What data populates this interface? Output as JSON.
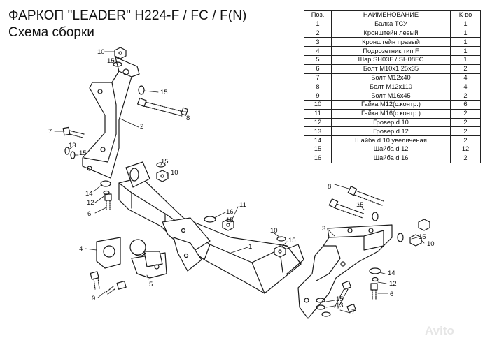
{
  "header": {
    "title": "ФАРКОП \"LEADER\" H224-F / FC / F(N)",
    "subtitle": "Схема сборки"
  },
  "table": {
    "columns": [
      "Поз.",
      "НАИМЕНОВАНИЕ",
      "К-во"
    ],
    "rows": [
      [
        "1",
        "Балка ТСУ",
        "1"
      ],
      [
        "2",
        "Кронштейн левый",
        "1"
      ],
      [
        "3",
        "Кронштейн правый",
        "1"
      ],
      [
        "4",
        "Подрозетник тип F",
        "1"
      ],
      [
        "5",
        "Шар SH03F / SH08FC",
        "1"
      ],
      [
        "6",
        "Болт M10x1.25x35",
        "2"
      ],
      [
        "7",
        "Болт M12x40",
        "4"
      ],
      [
        "8",
        "Болт M12x110",
        "4"
      ],
      [
        "9",
        "Болт M16x45",
        "2"
      ],
      [
        "10",
        "Гайка M12(с.контр.)",
        "6"
      ],
      [
        "11",
        "Гайка  M16(с.контр.)",
        "2"
      ],
      [
        "12",
        "Гровер d 10",
        "2"
      ],
      [
        "13",
        "Гровер d 12",
        "2"
      ],
      [
        "14",
        "Шайба d 10 увеличеная",
        "2"
      ],
      [
        "15",
        "Шайба d 12",
        "12"
      ],
      [
        "16",
        "Шайба d 16",
        "2"
      ]
    ]
  },
  "callouts": {
    "10a": "10",
    "15a": "15",
    "15b": "15",
    "8a": "8",
    "2": "2",
    "7a": "7",
    "13a": "13",
    "15c": "15",
    "15d": "15",
    "10b": "10",
    "14a": "14",
    "12a": "12",
    "6a": "6",
    "16": "16",
    "15e": "15",
    "11": "11",
    "4": "4",
    "5": "5",
    "9": "9",
    "1": "1",
    "10c": "10",
    "15f": "15",
    "8b": "8",
    "15g": "15",
    "3": "3",
    "15h": "15",
    "10d": "10",
    "14b": "14",
    "12b": "12",
    "6b": "6",
    "15i": "15",
    "13b": "13",
    "7b": "7"
  },
  "watermark": "Avito"
}
